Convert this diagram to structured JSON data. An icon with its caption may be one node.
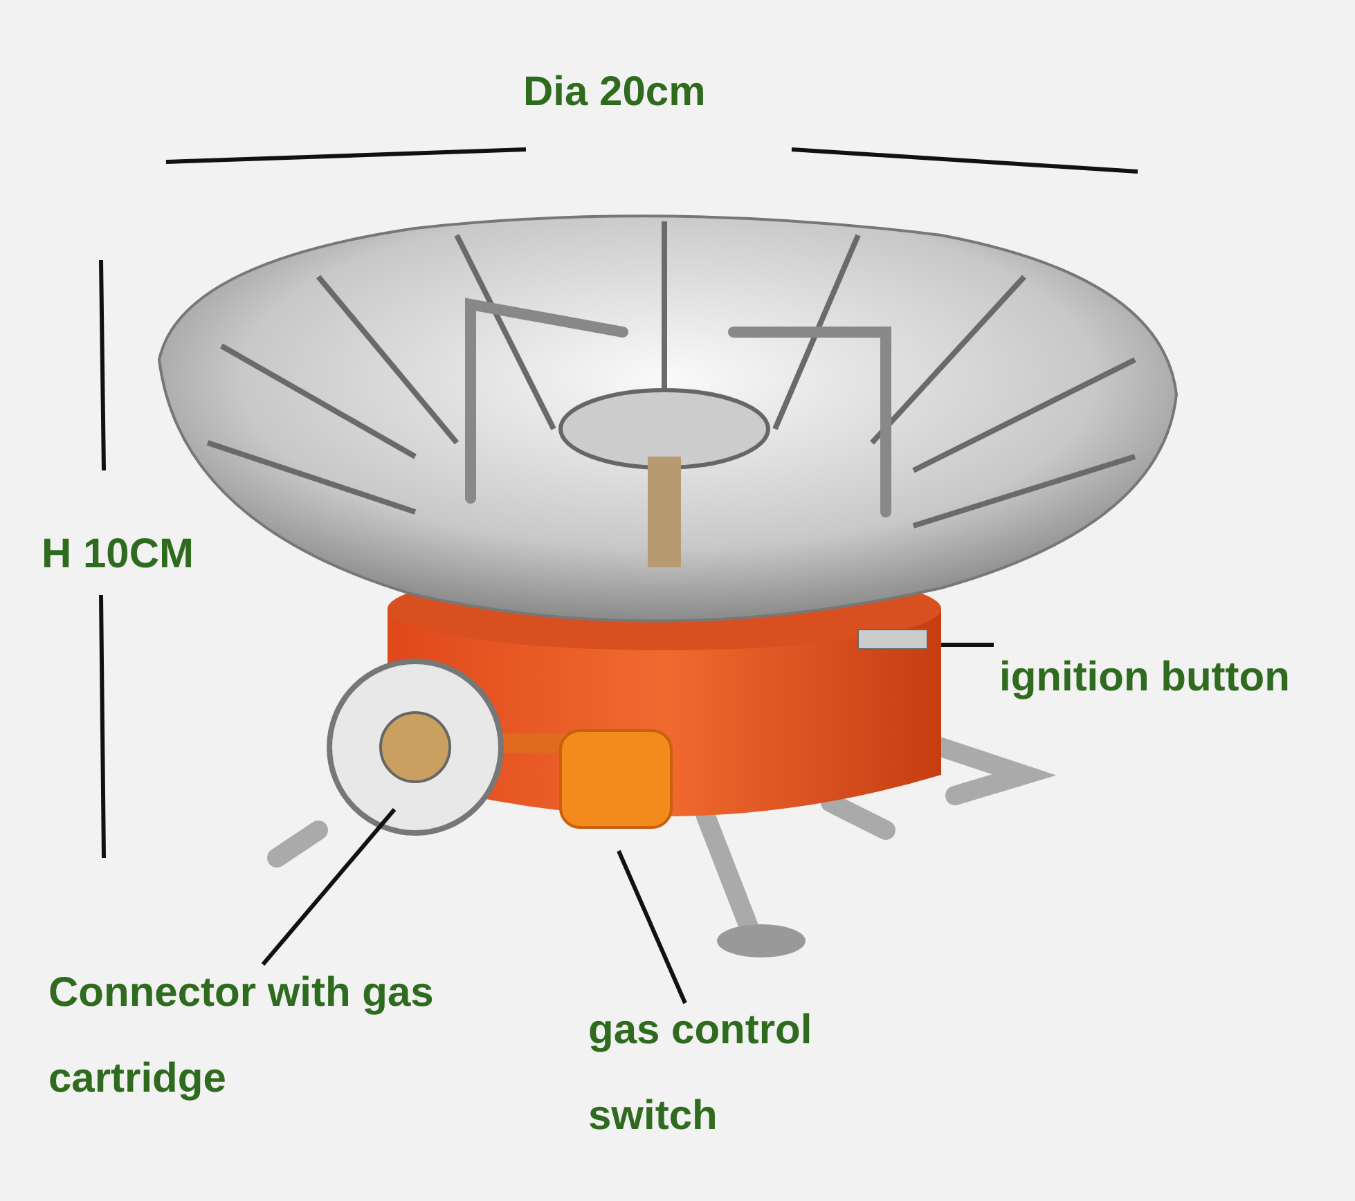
{
  "diagram": {
    "nodes": [
      {
        "text": [
          "ignition button"
        ]
      },
      {
        "text": [
          "Connector with gas cartridge"
        ]
      },
      {
        "text": [
          "gas control switch"
        ]
      }
    ],
    "edges": [
      {
        "from": 0,
        "to": null,
        "arrow": "none"
      },
      {
        "from": 1,
        "to": null,
        "arrow": "none"
      },
      {
        "from": 2,
        "to": null,
        "arrow": "none"
      }
    ],
    "labels": [
      "Dia 20cm",
      "H 10CM"
    ]
  }
}
